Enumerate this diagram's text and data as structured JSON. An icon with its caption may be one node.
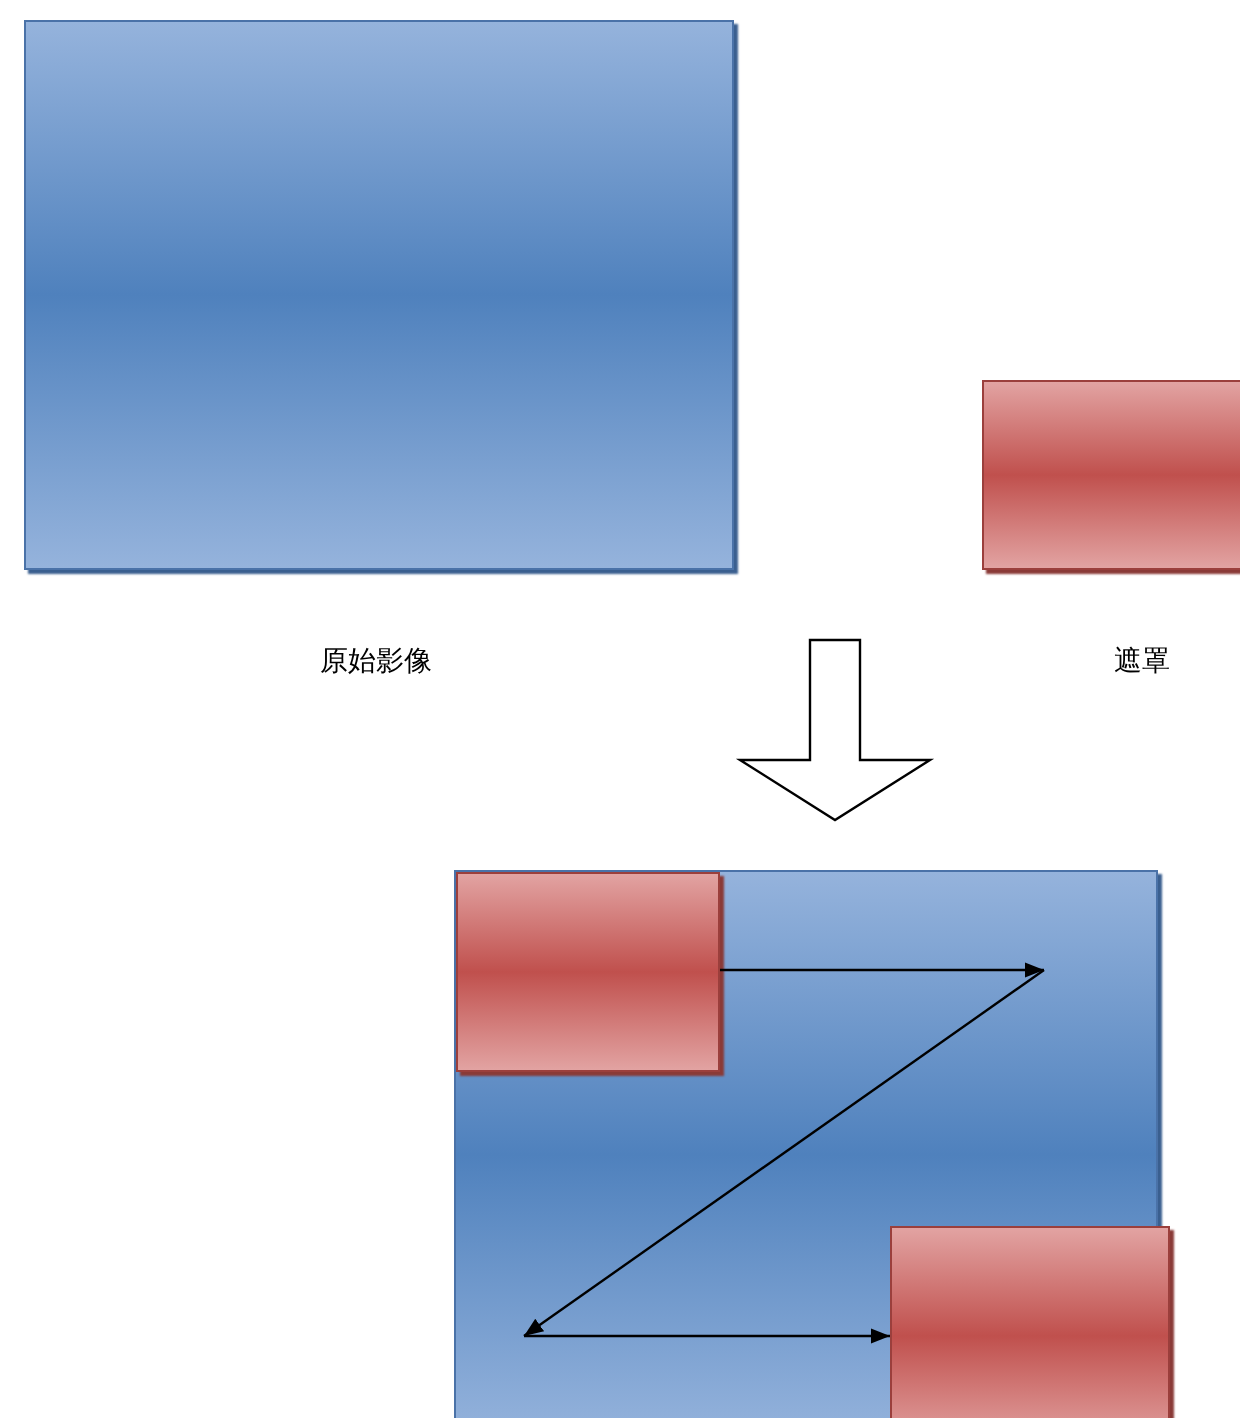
{
  "diagram": {
    "nodes": [
      {
        "text": [],
        "shape": "box",
        "beside": [
          "原始影像"
        ]
      },
      {
        "text": [],
        "shape": "box",
        "beside": [
          "遮罩"
        ]
      },
      {
        "text": [],
        "shape": "box"
      },
      {
        "text": [],
        "shape": "box",
        "in": 2
      },
      {
        "text": [],
        "shape": "box",
        "in": 2
      }
    ],
    "edges": [
      {
        "from": null,
        "to": 2,
        "arrow": "to",
        "style": "thick"
      },
      {
        "from": 3,
        "to": null,
        "arrow": "to"
      },
      {
        "from": null,
        "to": 4,
        "arrow": "to"
      }
    ]
  }
}
